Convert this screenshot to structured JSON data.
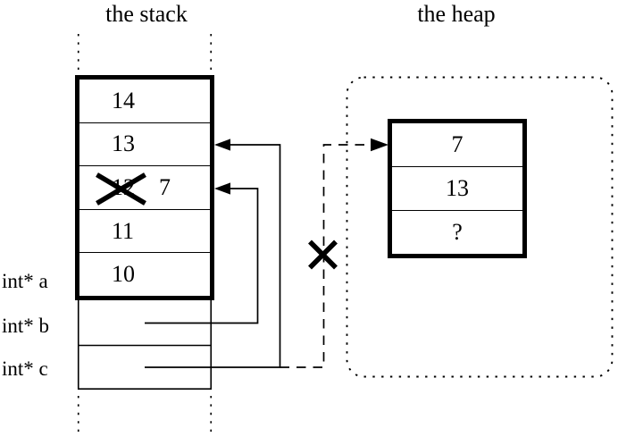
{
  "colors": {
    "ink": "#000000",
    "background": "#ffffff"
  },
  "stack": {
    "title": "the stack",
    "cells": [
      {
        "value": "14",
        "crossed_out": false
      },
      {
        "value": "13",
        "crossed_out": false
      },
      {
        "value": "12",
        "crossed_out": true,
        "new_value": "7"
      },
      {
        "value": "11",
        "crossed_out": false
      },
      {
        "value": "10",
        "crossed_out": false
      }
    ],
    "pointer_labels": [
      "int* a",
      "int* b",
      "int* c"
    ]
  },
  "heap": {
    "title": "the heap",
    "cells": [
      {
        "value": "7"
      },
      {
        "value": "13"
      },
      {
        "value": "?"
      }
    ]
  }
}
